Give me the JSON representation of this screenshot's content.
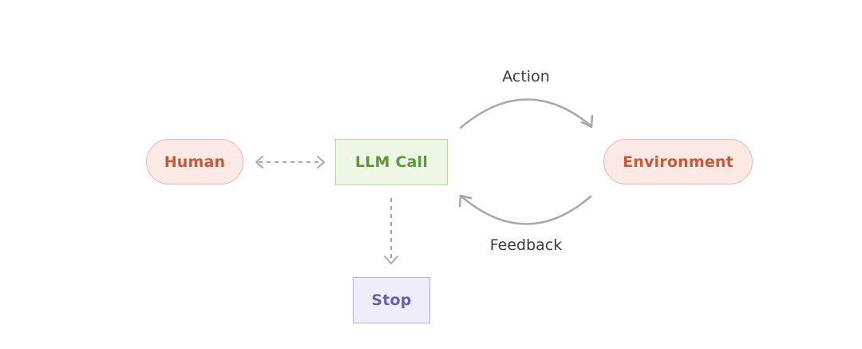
{
  "diagram": {
    "nodes": {
      "human": {
        "label": "Human"
      },
      "llm_call": {
        "label": "LLM Call"
      },
      "environment": {
        "label": "Environment"
      },
      "stop": {
        "label": "Stop"
      }
    },
    "edges": {
      "action": {
        "label": "Action",
        "from": "llm_call",
        "to": "environment"
      },
      "feedback": {
        "label": "Feedback",
        "from": "environment",
        "to": "llm_call"
      },
      "human_llm": {
        "from": "human",
        "to": "llm_call",
        "style": "dashed",
        "bidirectional": true
      },
      "llm_stop": {
        "from": "llm_call",
        "to": "stop",
        "style": "dashed"
      }
    },
    "colors": {
      "human_fill": "#fbe9e5",
      "human_text": "#c65a37",
      "llm_fill": "#eef6e6",
      "llm_text": "#5a9a35",
      "stop_fill": "#efedfa",
      "stop_text": "#6a5fb5",
      "edge": "#a8a8a8"
    }
  }
}
